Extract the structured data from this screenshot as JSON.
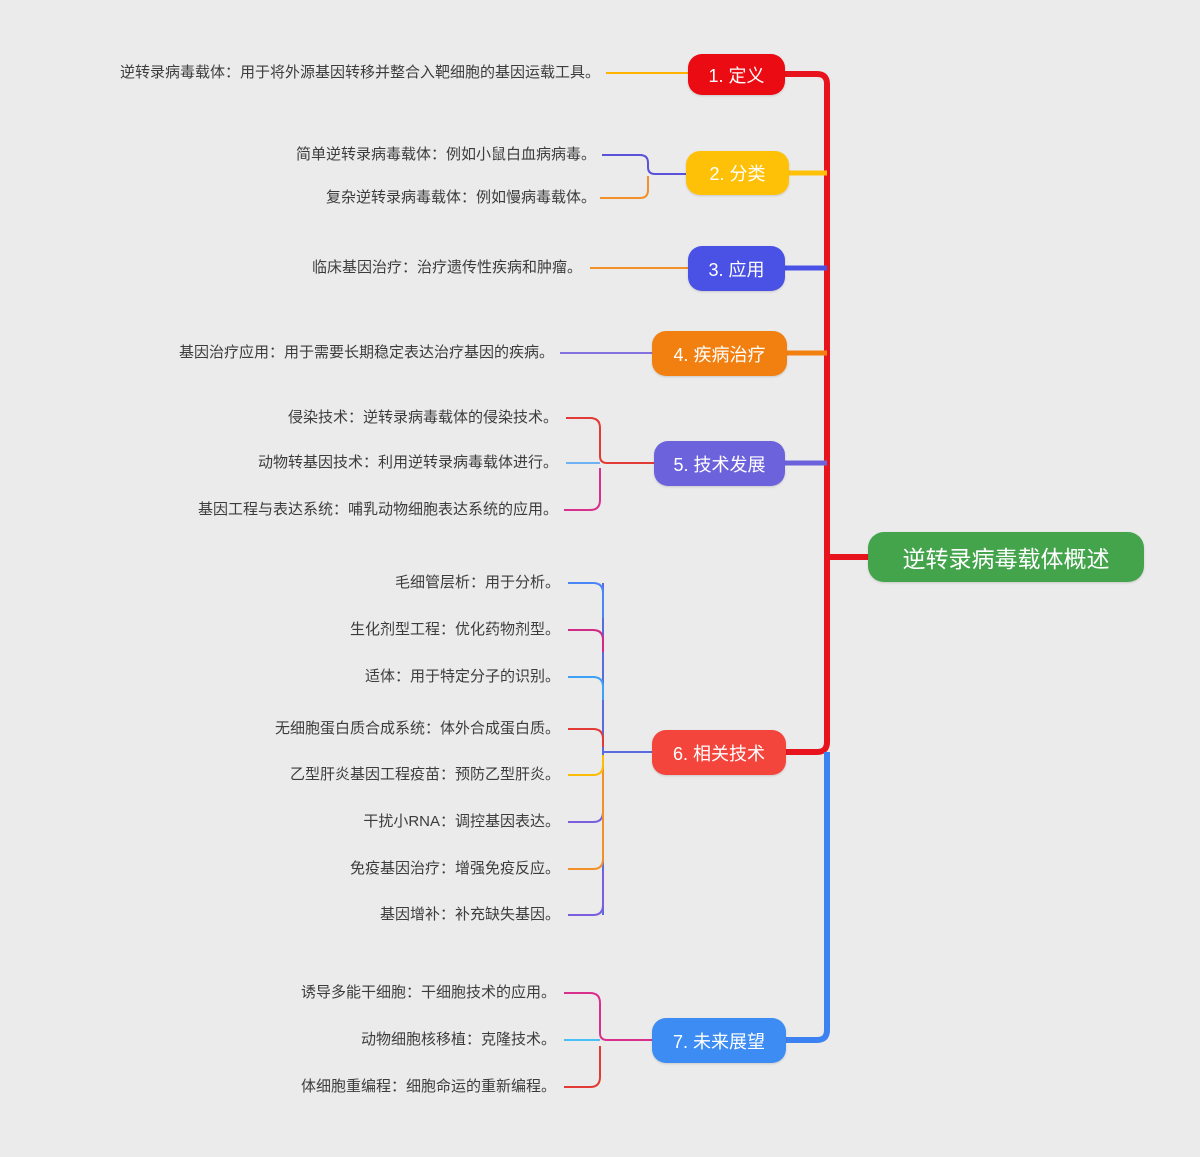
{
  "canvas": {
    "background": "#ebebeb",
    "text_color": "#3c3c3c"
  },
  "root": {
    "label": "逆转录病毒载体概述",
    "color": "#43a44c"
  },
  "trunk": {
    "red": "#e8141d",
    "blue": "#3c82f2"
  },
  "branches": [
    {
      "label": "1. 定义",
      "color": "#ea0b13",
      "leaves": [
        {
          "text": "逆转录病毒载体：用于将外源基因转移并整合入靶细胞的基因运载工具。",
          "line_color": "#ffb300"
        }
      ]
    },
    {
      "label": "2. 分类",
      "color": "#ffc107",
      "spine_color": "#5a52d8",
      "leaves": [
        {
          "text": "简单逆转录病毒载体：例如小鼠白血病病毒。",
          "line_color": "#5a52d8"
        },
        {
          "text": "复杂逆转录病毒载体：例如慢病毒载体。",
          "line_color": "#f2902a"
        }
      ]
    },
    {
      "label": "3. 应用",
      "color": "#4a51e5",
      "leaves": [
        {
          "text": "临床基因治疗：治疗遗传性疾病和肿瘤。",
          "line_color": "#f2902a"
        }
      ]
    },
    {
      "label": "4. 疾病治疗",
      "color": "#f28011",
      "leaves": [
        {
          "text": "基因治疗应用：用于需要长期稳定表达治疗基因的疾病。",
          "line_color": "#8273e0"
        }
      ]
    },
    {
      "label": "5. 技术发展",
      "color": "#6c63dc",
      "spine_color": "#e23a34",
      "leaves": [
        {
          "text": "侵染技术：逆转录病毒载体的侵染技术。",
          "line_color": "#e23a34"
        },
        {
          "text": "动物转基因技术：利用逆转录病毒载体进行。",
          "line_color": "#6fb1f5"
        },
        {
          "text": "基因工程与表达系统：哺乳动物细胞表达系统的应用。",
          "line_color": "#d9308f"
        }
      ]
    },
    {
      "label": "6. 相关技术",
      "color": "#f4453c",
      "spine_color": "#5a6be0",
      "leaves": [
        {
          "text": "毛细管层析：用于分析。",
          "line_color": "#4a86f7"
        },
        {
          "text": "生化剂型工程：优化药物剂型。",
          "line_color": "#d12a85"
        },
        {
          "text": "适体：用于特定分子的识别。",
          "line_color": "#3fa1f5"
        },
        {
          "text": "无细胞蛋白质合成系统：体外合成蛋白质。",
          "line_color": "#e23a34"
        },
        {
          "text": "乙型肝炎基因工程疫苗：预防乙型肝炎。",
          "line_color": "#fbbd08"
        },
        {
          "text": "干扰小RNA：调控基因表达。",
          "line_color": "#7a5ede"
        },
        {
          "text": "免疫基因治疗：增强免疫反应。",
          "line_color": "#f2902a"
        },
        {
          "text": "基因增补：补充缺失基因。",
          "line_color": "#7a5ede"
        }
      ]
    },
    {
      "label": "7. 未来展望",
      "color": "#3c8cf4",
      "spine_color": "#d9308f",
      "leaves": [
        {
          "text": "诱导多能干细胞：干细胞技术的应用。",
          "line_color": "#d9308f"
        },
        {
          "text": "动物细胞核移植：克隆技术。",
          "line_color": "#49c0f5"
        },
        {
          "text": "体细胞重编程：细胞命运的重新编程。",
          "line_color": "#e23a34"
        }
      ]
    }
  ]
}
